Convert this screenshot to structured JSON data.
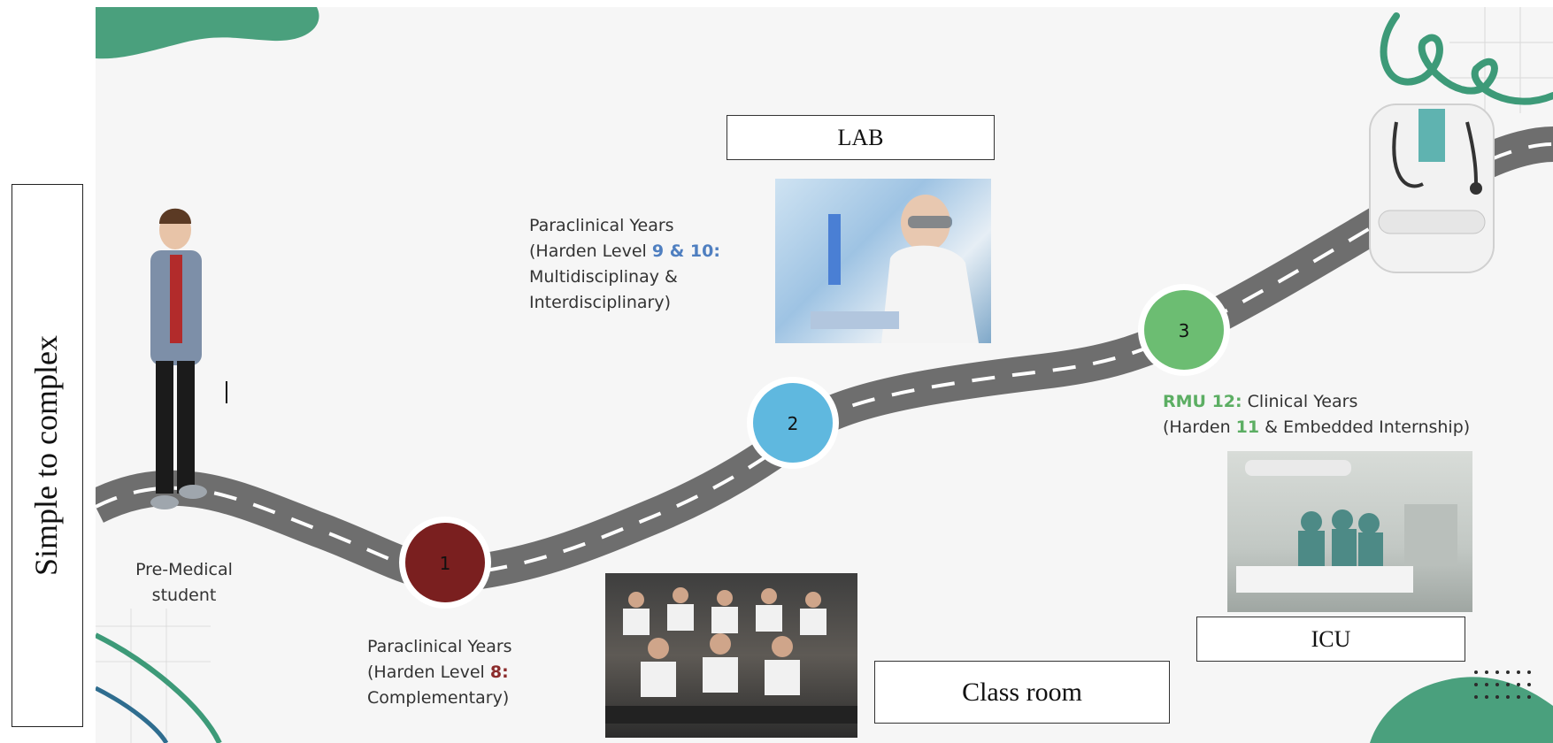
{
  "side_label": "Simple to complex",
  "labels": {
    "lab": "LAB",
    "icu": "ICU",
    "classroom": "Class room"
  },
  "milestones": [
    {
      "number": "1",
      "color": "#7a1f1f"
    },
    {
      "number": "2",
      "color": "#5fb8df"
    },
    {
      "number": "3",
      "color": "#6cbd72"
    }
  ],
  "start": {
    "line1": "Pre-Medical",
    "line2": "student"
  },
  "stage1": {
    "line1": "Paraclinical Years",
    "line2_pre": "(Harden Level ",
    "line2_hl": "8:",
    "line3": "Complementary)"
  },
  "stage2": {
    "line1": "Paraclinical Years",
    "line2_pre": "(Harden Level ",
    "line2_hl": "9 & 10:",
    "line3": "Multidisciplinay &",
    "line4": "Interdisciplinary)"
  },
  "stage3": {
    "line1_hl": "RMU 12:",
    "line1_rest": " Clinical Years",
    "line2_pre": "(Harden ",
    "line2_hl": "11",
    "line2_rest": " & Embedded Internship)"
  },
  "colors": {
    "road": "#6e6e6e",
    "accent_green": "#3d9a78"
  }
}
